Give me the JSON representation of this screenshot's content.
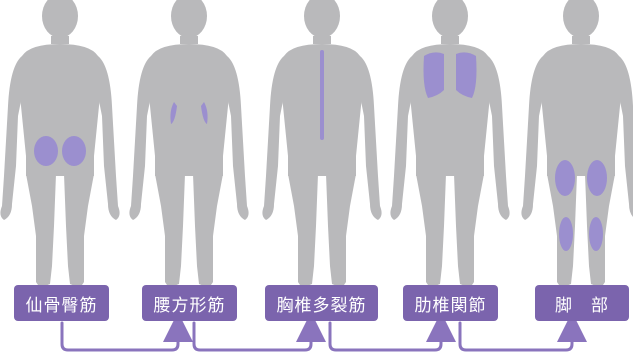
{
  "colors": {
    "body": "#b9b9bb",
    "highlight": "#9b8fcf",
    "label_bg": "#7b64ad",
    "arrow": "#8a74bd"
  },
  "figures": [
    {
      "name": "仙骨臀筋",
      "highlight": "glutes"
    },
    {
      "name": "腰方形筋",
      "highlight": "lower-back"
    },
    {
      "name": "胸椎多裂筋",
      "highlight": "spine"
    },
    {
      "name": "肋椎関節",
      "highlight": "rib-joints"
    },
    {
      "name": "脚 部",
      "highlight": "legs"
    }
  ],
  "labels": [
    "仙骨臀筋",
    "腰方形筋",
    "胸椎多裂筋",
    "肋椎関節",
    "脚　部"
  ]
}
